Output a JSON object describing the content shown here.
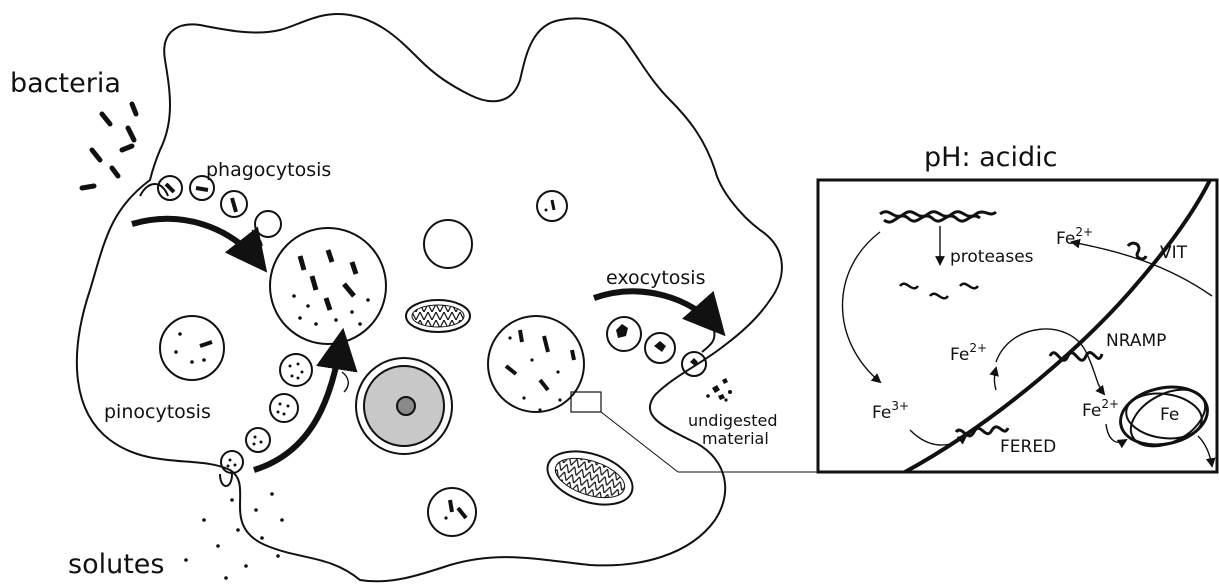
{
  "labels": {
    "bacteria": "bacteria",
    "phagocytosis": "phagocytosis",
    "pinocytosis": "pinocytosis",
    "solutes": "solutes",
    "exocytosis": "exocytosis",
    "undigested_line1": "undigested",
    "undigested_line2": "material"
  },
  "inset": {
    "title": "pH: acidic",
    "proteases": "proteases",
    "fe2_top": "Fe",
    "fe2_top_sup": "2+",
    "vit": "VIT",
    "nramp": "NRAMP",
    "fe2_mid": "Fe",
    "fe2_mid_sup": "2+",
    "fe3": "Fe",
    "fe3_sup": "3+",
    "fe2_right": "Fe",
    "fe2_right_sup": "2+",
    "fered": "FERED",
    "fe_store": "Fe"
  },
  "colors": {
    "ink": "#111111",
    "nucleus": "#c8c8c8",
    "nucleolus": "#8a8a8a",
    "background": "#ffffff"
  }
}
